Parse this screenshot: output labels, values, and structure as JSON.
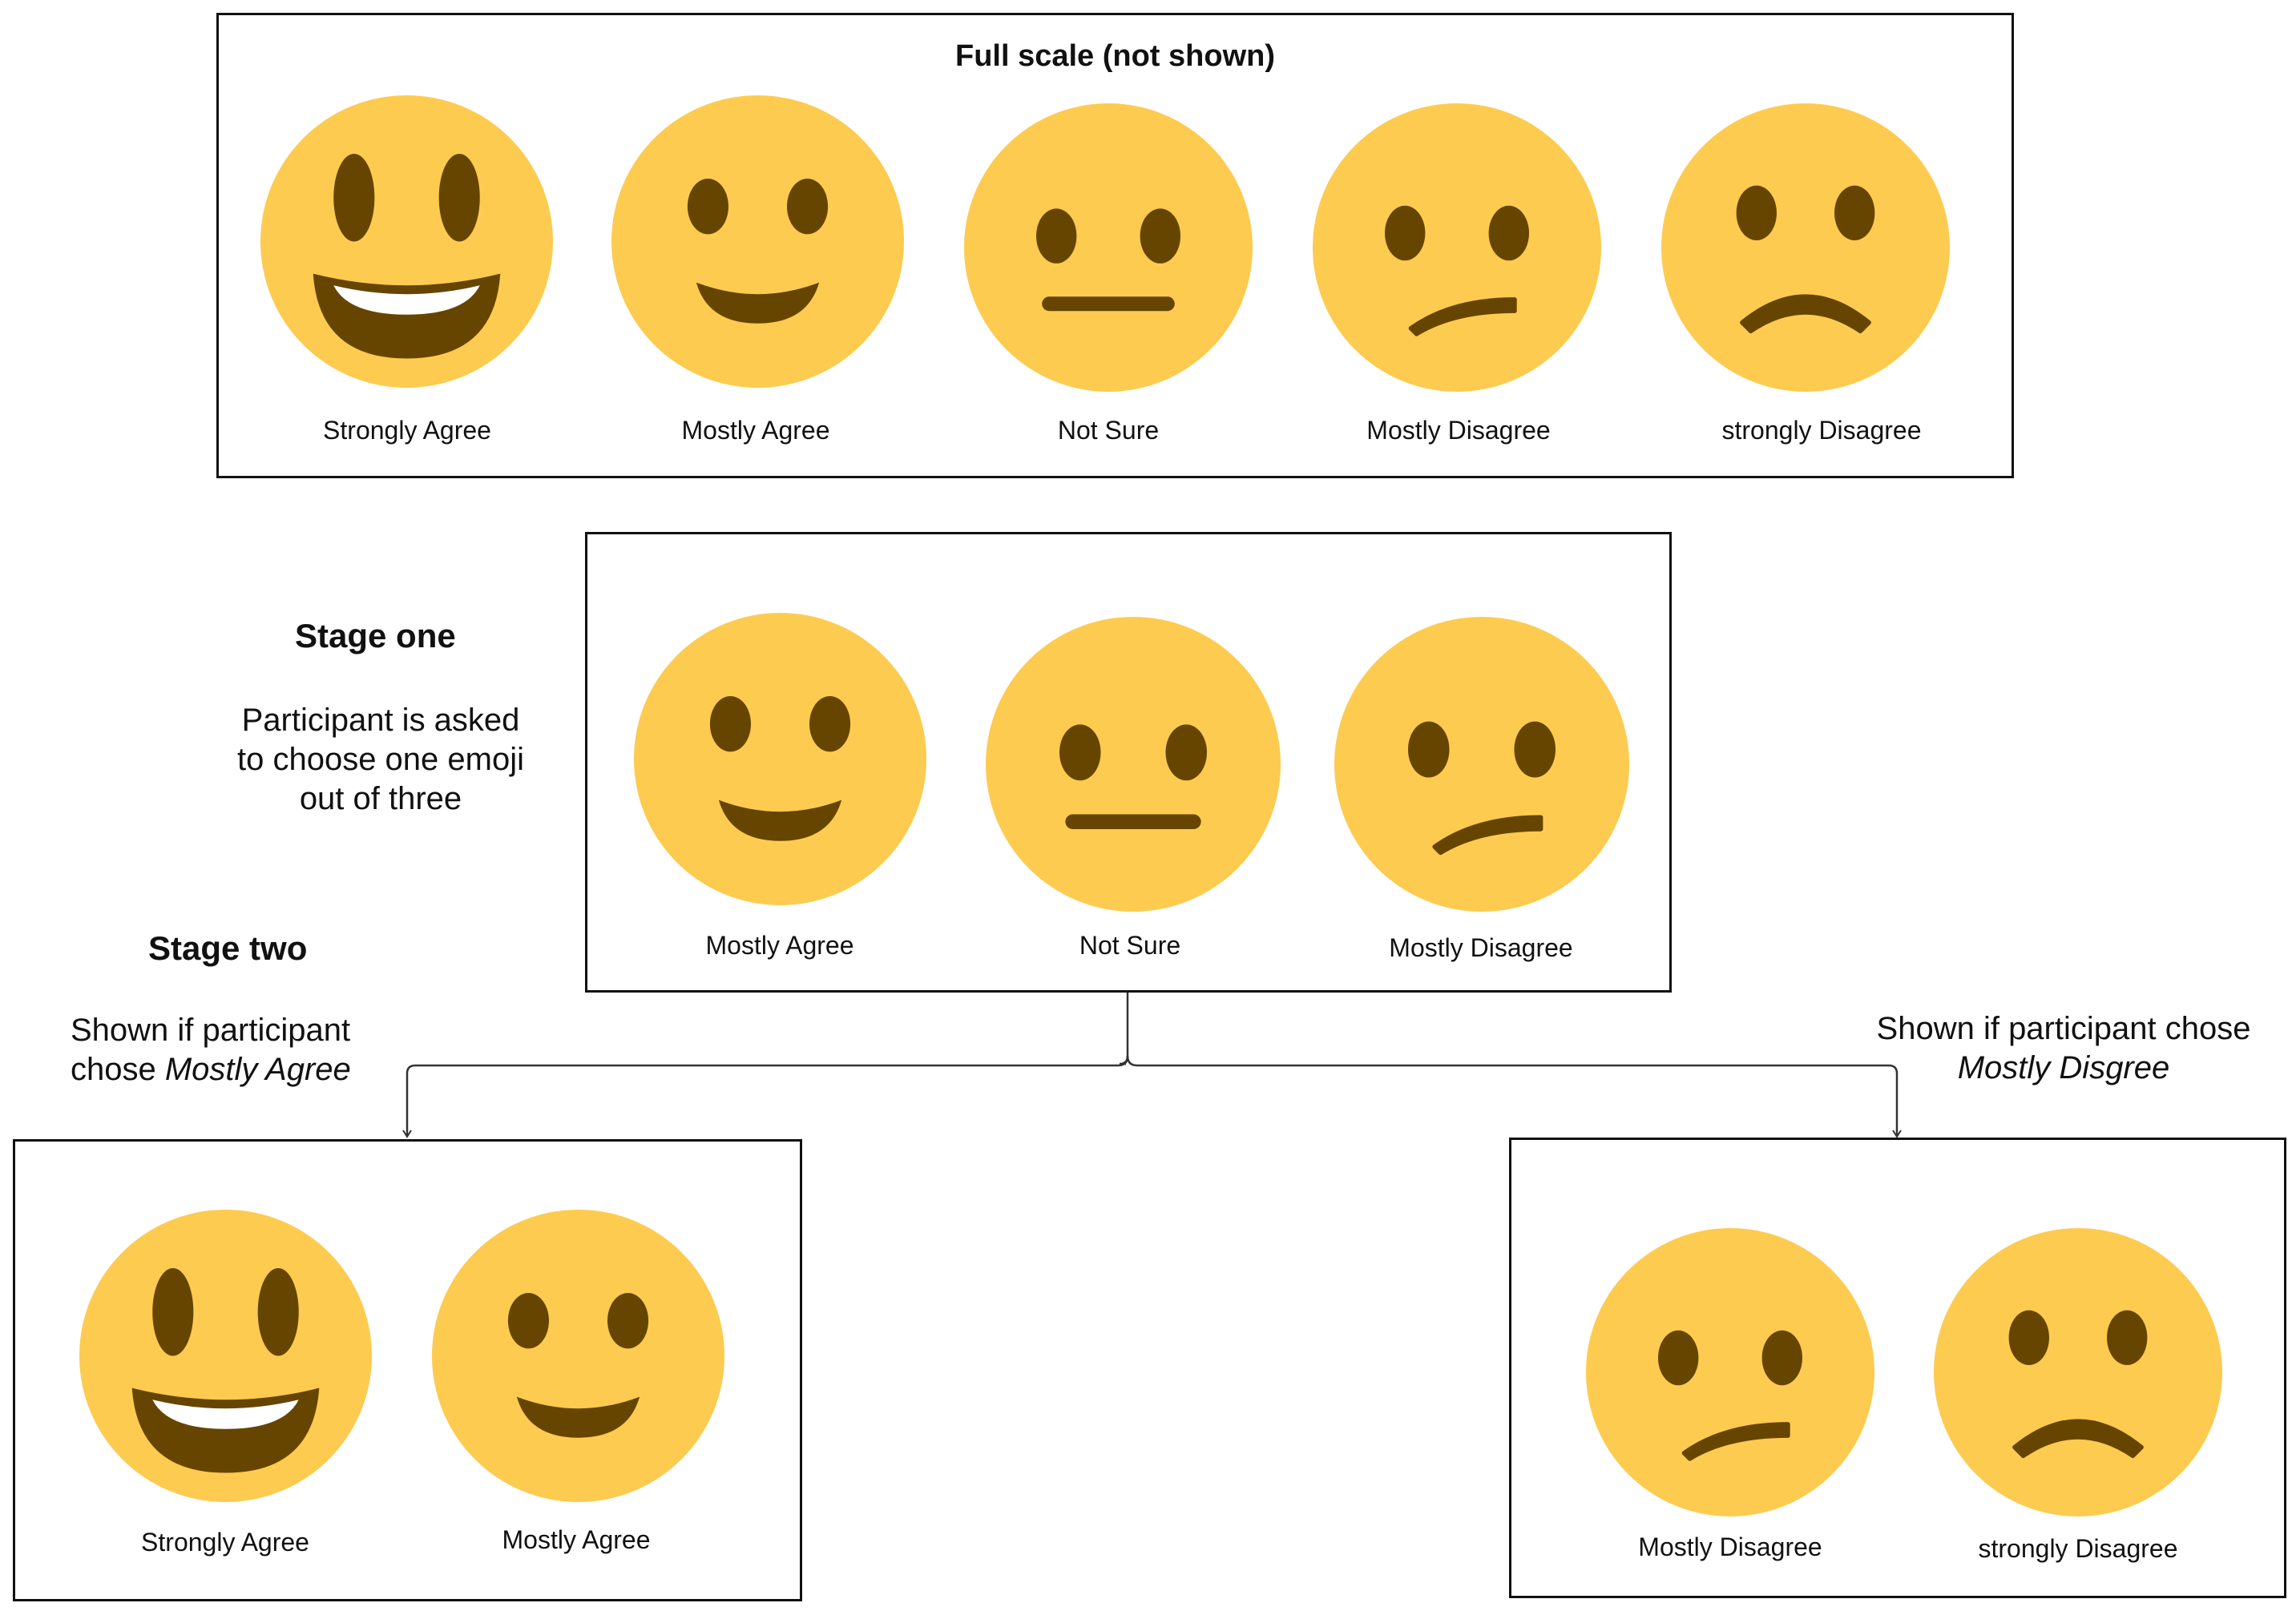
{
  "full_scale": {
    "title": "Full scale (not shown)",
    "labels": [
      "Strongly Agree",
      "Mostly Agree",
      "Not Sure",
      "Mostly Disagree",
      "strongly Disagree"
    ]
  },
  "stage_one": {
    "heading": "Stage one",
    "description": [
      "Participant is asked",
      "to choose one emoji",
      "out of three"
    ],
    "labels": [
      "Mostly Agree",
      "Not Sure",
      "Mostly Disagree"
    ]
  },
  "stage_two": {
    "heading": "Stage two",
    "left_condition": {
      "line1": "Shown if participant",
      "line2_prefix": "chose ",
      "line2_choice": "Mostly Agree"
    },
    "right_condition": {
      "line1": "Shown if participant chose",
      "line2_choice": "Mostly Disgree"
    },
    "left_labels": [
      "Strongly Agree",
      "Mostly Agree"
    ],
    "right_labels": [
      "Mostly Disagree",
      "strongly Disagree"
    ]
  },
  "colors": {
    "face": "#FDCB50",
    "feature": "#664500",
    "border": "#111111"
  },
  "icons": [
    "grinning-face-icon",
    "slightly-smiling-face-icon",
    "neutral-face-icon",
    "confused-face-icon",
    "frowning-face-icon"
  ]
}
